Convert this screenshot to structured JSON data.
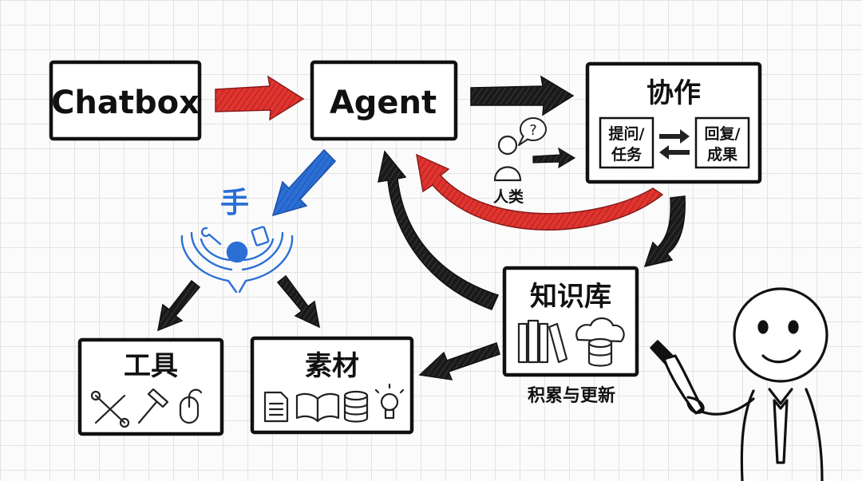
{
  "nodes": {
    "chatbox": "Chatbox",
    "agent": "Agent",
    "collab": {
      "title": "协作",
      "left_line1": "提问/",
      "left_line2": "任务",
      "right_line1": "回复/",
      "right_line2": "成果"
    },
    "human": "人类",
    "human_bubble": "?",
    "hand": "手",
    "tools": "工具",
    "materials": "素材",
    "knowledge": "知识库",
    "knowledge_caption": "积累与更新"
  },
  "colors": {
    "red_arrow": "#e0352f",
    "blue": "#2b6fd6",
    "black": "#111111"
  }
}
